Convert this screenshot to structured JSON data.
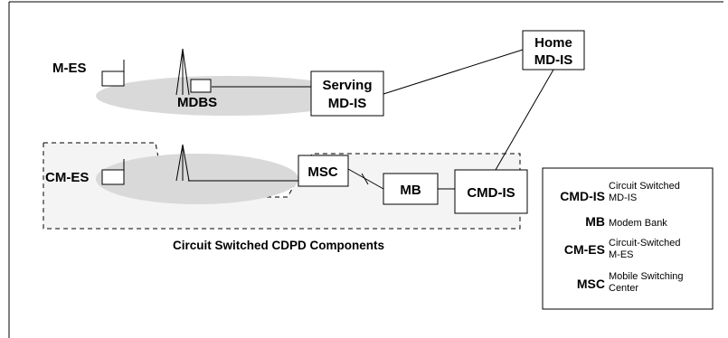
{
  "diagram": {
    "nodes": {
      "mes": "M-ES",
      "mdbs": "MDBS",
      "serving_line1": "Serving",
      "serving_line2": "MD-IS",
      "home_line1": "Home",
      "home_line2": "MD-IS",
      "cmes": "CM-ES",
      "msc": "MSC",
      "mb": "MB",
      "cmdis": "CMD-IS"
    },
    "caption": "Circuit Switched CDPD Components"
  },
  "legend": [
    {
      "key": "CMD-IS",
      "line1": "Circuit Switched",
      "line2": "MD-IS"
    },
    {
      "key": "MB",
      "line1": "Modem Bank",
      "line2": ""
    },
    {
      "key": "CM-ES",
      "line1": "Circuit-Switched",
      "line2": "M-ES"
    },
    {
      "key": "MSC",
      "line1": "Mobile Switching",
      "line2": "Center"
    }
  ],
  "colors": {
    "cell_fill": "#d9d9d9",
    "region_fill": "#f4f4f4",
    "stroke": "#000000"
  }
}
